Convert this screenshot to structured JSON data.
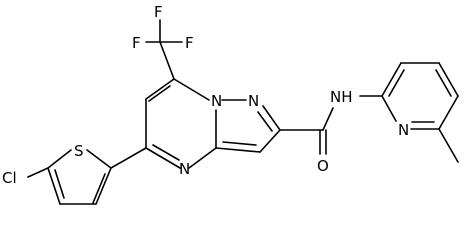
{
  "molecule": {
    "atom_labels": {
      "f_top": "F",
      "f_left": "F",
      "f_right": "F",
      "n_bridge": "N",
      "n_pyrazole": "N",
      "n_pyrimidine": "N",
      "cl": "Cl",
      "s": "S",
      "nh": "NH",
      "o": "O",
      "n_pyridine": "N"
    }
  }
}
